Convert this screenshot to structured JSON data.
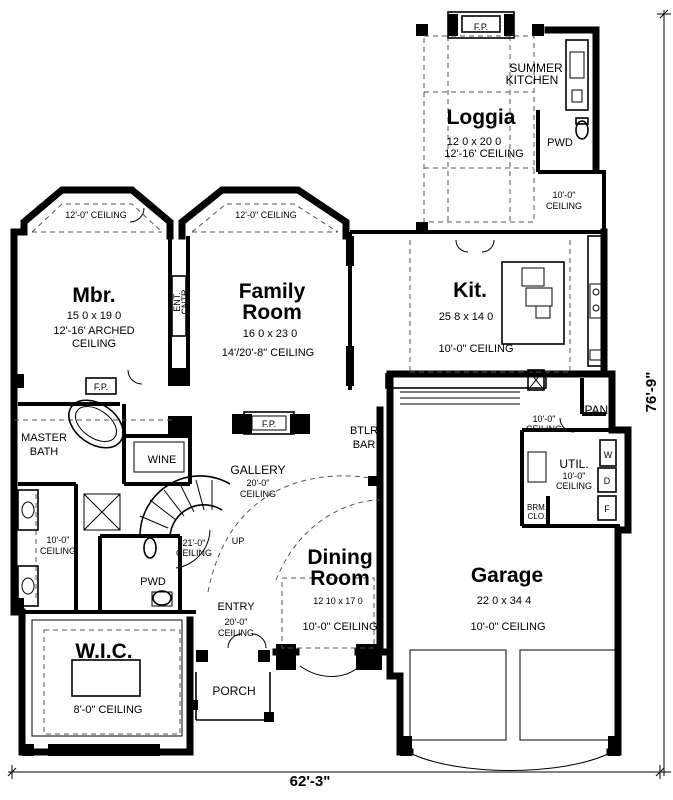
{
  "dimensions": {
    "width_label": "62'-3\"",
    "depth_label": "76'-9\""
  },
  "rooms": {
    "loggia": {
      "name": "Loggia",
      "size": "12 0 x 20 0",
      "ceiling": "12'-16' CEILING"
    },
    "summer_kitchen": {
      "line1": "SUMMER",
      "line2": "KITCHEN"
    },
    "loggia_fp": "F.P.",
    "pwd_upper": "PWD",
    "ceiling_10_upper": {
      "line1": "10'-0\"",
      "line2": "CEILING"
    },
    "mbr": {
      "name": "Mbr.",
      "size": "15 0 x 19 0",
      "ceiling1": "12'-16' ARCHED",
      "ceiling2": "CEILING"
    },
    "mbr_bay_ceiling": "12'-0\" CEILING",
    "ent_cntr": {
      "line1": "ENT.",
      "line2": "CNTR"
    },
    "family": {
      "name1": "Family",
      "name2": "Room",
      "size": "16 0 x 23 0",
      "ceiling": "14'/20'-8\" CEILING"
    },
    "family_bay_ceiling": "12'-0\" CEILING",
    "family_fp": "F.P.",
    "mbr_fp": "F.P.",
    "kit": {
      "name": "Kit.",
      "size": "25 8 x 14 0",
      "ceiling": "10'-0\" CEILING"
    },
    "pan": "PAN.",
    "ceiling_10_pan": {
      "line1": "10'-0\"",
      "line2": "CEILING"
    },
    "util": {
      "name": "UTIL.",
      "ceiling1": "10'-0\"",
      "ceiling2": "CEILING"
    },
    "util_w": "W",
    "util_d": "D",
    "util_f": "F",
    "brm_clo": {
      "line1": "BRM.",
      "line2": "CLO."
    },
    "master_bath": {
      "line1": "MASTER",
      "line2": "BATH"
    },
    "wine": "WINE",
    "btlr_bar": {
      "line1": "BTLR",
      "line2": "BAR"
    },
    "gallery": {
      "name": "GALLERY",
      "ceiling1": "20'-0\"",
      "ceiling2": "CEILING"
    },
    "stair_ceiling": {
      "line1": "21'-0\"",
      "line2": "CEILING"
    },
    "stair_up": "UP",
    "bath_ceiling": {
      "line1": "10'-0\"",
      "line2": "CEILING"
    },
    "pwd_lower": "PWD",
    "dining": {
      "name1": "Dining",
      "name2": "Room",
      "size": "12 10 x 17 0",
      "ceiling": "10'-0\" CEILING"
    },
    "garage": {
      "name": "Garage",
      "size": "22 0 x 34 4",
      "ceiling": "10'-0\" CEILING"
    },
    "entry": {
      "name": "ENTRY",
      "ceiling1": "20'-0\"",
      "ceiling2": "CEILING"
    },
    "wic": {
      "name": "W.I.C.",
      "ceiling": "8'-0\" CEILING"
    },
    "porch": "PORCH"
  }
}
